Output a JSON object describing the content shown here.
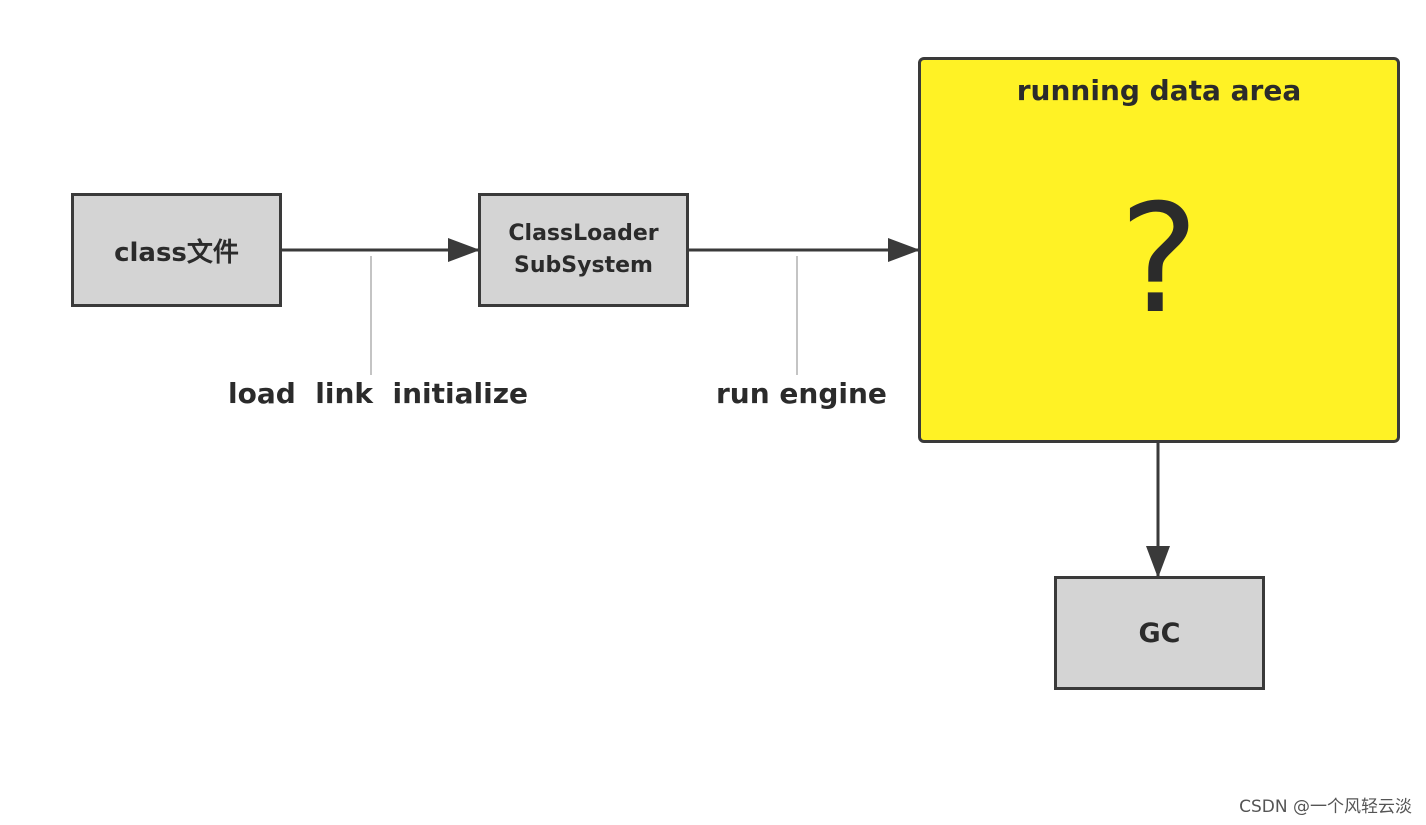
{
  "nodes": {
    "class_file": "class文件",
    "classloader_line1": "ClassLoader",
    "classloader_line2": "SubSystem",
    "data_area_title": "running data area",
    "data_area_mark": "?",
    "gc": "GC"
  },
  "edges": {
    "load_label": "load  link  initialize",
    "run_label": "run engine"
  },
  "colors": {
    "box_gray": "#d4d4d4",
    "area_yellow": "#fff225",
    "stroke": "#3a3a3a"
  },
  "watermark": "CSDN @一个风轻云淡"
}
